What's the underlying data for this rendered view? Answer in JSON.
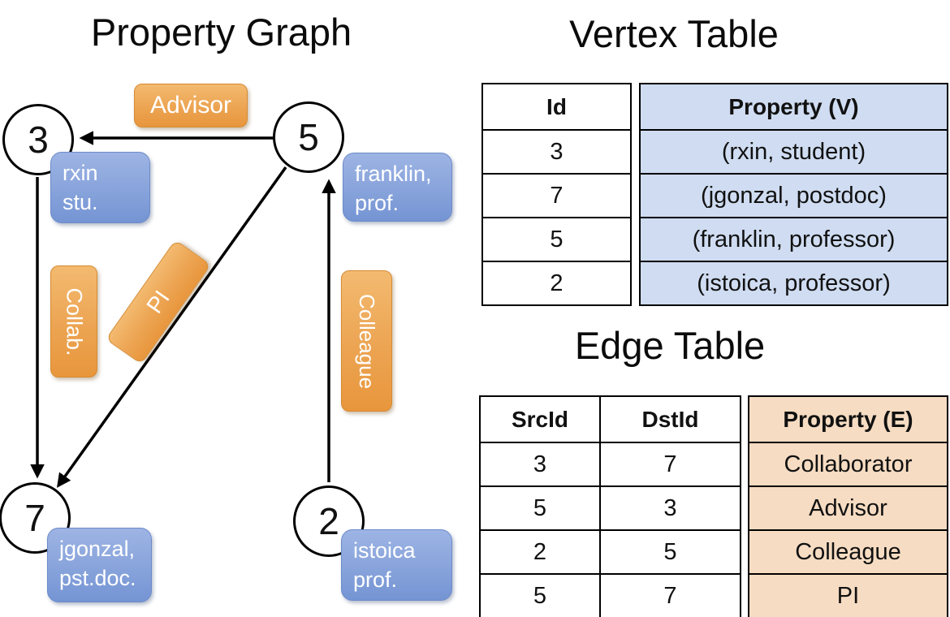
{
  "graph": {
    "title": "Property Graph",
    "nodes": {
      "n3": {
        "id": "3",
        "line1": "rxin",
        "line2": "stu."
      },
      "n5": {
        "id": "5",
        "line1": "franklin,",
        "line2": "prof."
      },
      "n7": {
        "id": "7",
        "line1": "jgonzal,",
        "line2": "pst.doc."
      },
      "n2": {
        "id": "2",
        "line1": "istoica",
        "line2": "prof."
      }
    },
    "edge_labels": {
      "advisor": "Advisor",
      "collab": "Collab.",
      "pi": "PI",
      "colleague": "Colleague"
    }
  },
  "vertex_table": {
    "title": "Vertex Table",
    "columns": {
      "id": "Id",
      "property": "Property (V)"
    },
    "rows": [
      {
        "id": "3",
        "property": "(rxin, student)"
      },
      {
        "id": "7",
        "property": "(jgonzal, postdoc)"
      },
      {
        "id": "5",
        "property": "(franklin, professor)"
      },
      {
        "id": "2",
        "property": "(istoica, professor)"
      }
    ]
  },
  "edge_table": {
    "title": "Edge Table",
    "columns": {
      "src": "SrcId",
      "dst": "DstId",
      "property": "Property (E)"
    },
    "rows": [
      {
        "src": "3",
        "dst": "7",
        "property": "Collaborator"
      },
      {
        "src": "5",
        "dst": "3",
        "property": "Advisor"
      },
      {
        "src": "2",
        "dst": "5",
        "property": "Colleague"
      },
      {
        "src": "5",
        "dst": "7",
        "property": "PI"
      }
    ]
  },
  "colors": {
    "vertex_cell_blue": "#cfdcf1",
    "edge_cell_peach": "#f6dcc2",
    "orange_label": "#e8963c",
    "blue_box": "#7494d3",
    "line_black": "#000000"
  }
}
